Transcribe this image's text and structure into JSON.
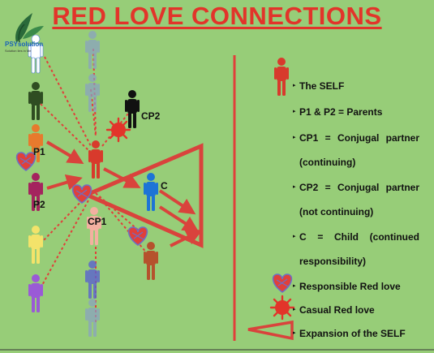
{
  "title": "RED LOVE CONNECTIONS",
  "logo": {
    "brand": "PSYsolution",
    "tagline": "Solution lies in Me"
  },
  "diagram_labels": {
    "cp2": "CP2",
    "p1": "P1",
    "p2": "P2",
    "c": "C",
    "cp1": "CP1"
  },
  "legend": {
    "self": "The SELF",
    "parents": "P1 & P2 = Parents",
    "cp1_line1": "CP1 = Conjugal partner",
    "cp1_line2": "(continuing)",
    "cp2_line1": "CP2 = Conjugal partner",
    "cp2_line2": "(not continuing)",
    "c_line1": "C = Child (continued",
    "c_line2": "responsibility)",
    "responsible": "Responsible Red love",
    "casual": "Casual Red love",
    "expansion": "Expansion of the SELF"
  },
  "colors": {
    "background": "#97cd78",
    "title": "#e2342a",
    "red_love": "#e0403a",
    "self_figure": "#d83a2c",
    "child_figure": "#1d74d6"
  },
  "icons": [
    "person-icon",
    "heart-icon",
    "splat-icon",
    "expansion-triangle-icon"
  ]
}
